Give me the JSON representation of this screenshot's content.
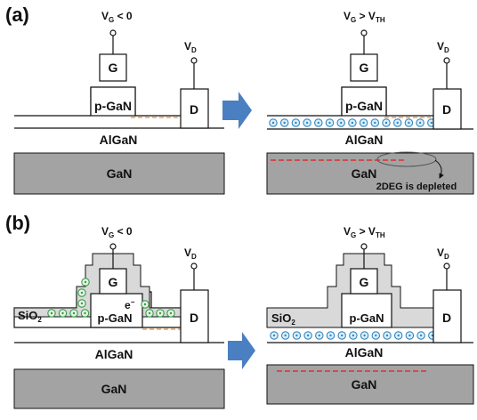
{
  "colors": {
    "substrate": "#a3a3a3",
    "oxide": "#d9d9d9",
    "electron_fill": "#dceef8",
    "electron_stroke": "#2f87c2",
    "hole_fill": "#e4f4e4",
    "hole_stroke": "#3a9a48",
    "channel_dash_red": "#e0302f",
    "channel_dash_orange": "#f0a25a",
    "arrow": "#4a7fc1",
    "line": "#111111"
  },
  "panel_a": {
    "label": "(a)",
    "left": {
      "gate_bias": "V",
      "gate_bias_sub": "G",
      "gate_bias_rest": " < 0",
      "gate": "G",
      "pgan": "p-GaN",
      "drain_bias": "V",
      "drain_bias_sub": "D",
      "drain": "D",
      "barrier": "AlGaN",
      "substrate": "GaN"
    },
    "right": {
      "gate_bias": "V",
      "gate_bias_sub": "G",
      "gate_bias_mid": " > V",
      "gate_bias_sub2": "TH",
      "gate": "G",
      "pgan": "p-GaN",
      "drain_bias": "V",
      "drain_bias_sub": "D",
      "drain": "D",
      "barrier": "AlGaN",
      "substrate": "GaN",
      "annotation": "2DEG is depleted"
    }
  },
  "panel_b": {
    "label": "(b)",
    "left": {
      "gate_bias": "V",
      "gate_bias_sub": "G",
      "gate_bias_rest": " < 0",
      "gate": "G",
      "pgan": "p-GaN",
      "oxide": "SiO",
      "oxide_sub": "2",
      "electron": "e",
      "electron_sup": "−",
      "drain_bias": "V",
      "drain_bias_sub": "D",
      "drain": "D",
      "barrier": "AlGaN",
      "substrate": "GaN"
    },
    "right": {
      "gate_bias": "V",
      "gate_bias_sub": "G",
      "gate_bias_mid": " > V",
      "gate_bias_sub2": "TH",
      "gate": "G",
      "pgan": "p-GaN",
      "oxide": "SiO",
      "oxide_sub": "2",
      "drain_bias": "V",
      "drain_bias_sub": "D",
      "drain": "D",
      "barrier": "AlGaN",
      "substrate": "GaN"
    }
  }
}
